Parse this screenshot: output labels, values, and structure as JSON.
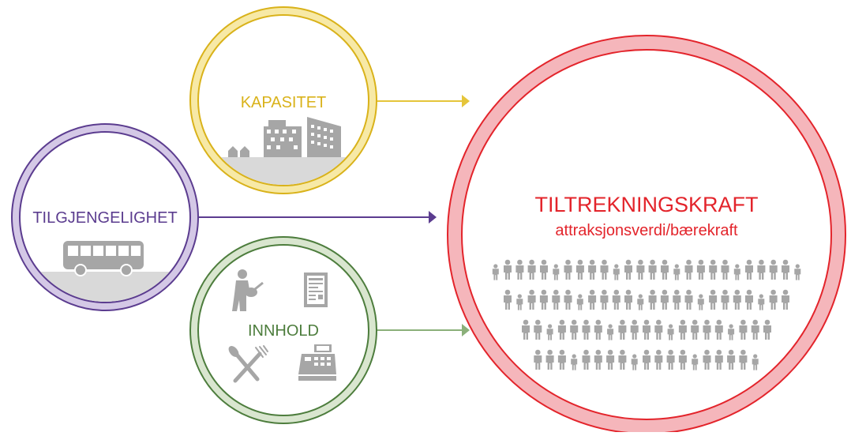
{
  "nodes": {
    "kapasitet": {
      "label": "KAPASITET"
    },
    "tilgjengelighet": {
      "label": "TILGJENGELIGHET"
    },
    "innhold": {
      "label": "INNHOLD"
    },
    "tiltrekningskraft": {
      "title": "TILTREKNINGSKRAFT",
      "subtitle": "attraksjonsverdi/bærekraft"
    }
  },
  "colors": {
    "kapasitet": "#d9b21a",
    "kapasitet_ring": "#f7e9a6",
    "tilgjengelighet": "#5b3c8f",
    "tilgjengelighet_ring": "#d4c8e6",
    "innhold": "#4d7d3d",
    "innhold_ring": "#d9e6cf",
    "tiltrekningskraft": "#e3242b",
    "tiltrekningskraft_ring": "#f5b6bb",
    "icon_gray": "#a6a6a6"
  },
  "icons": [
    "buildings-icon",
    "bus-icon",
    "guitarist-icon",
    "menu-board-icon",
    "fork-knife-icon",
    "cash-register-icon",
    "people-crowd-icon"
  ],
  "crowd_rows": [
    26,
    24,
    21,
    19
  ]
}
